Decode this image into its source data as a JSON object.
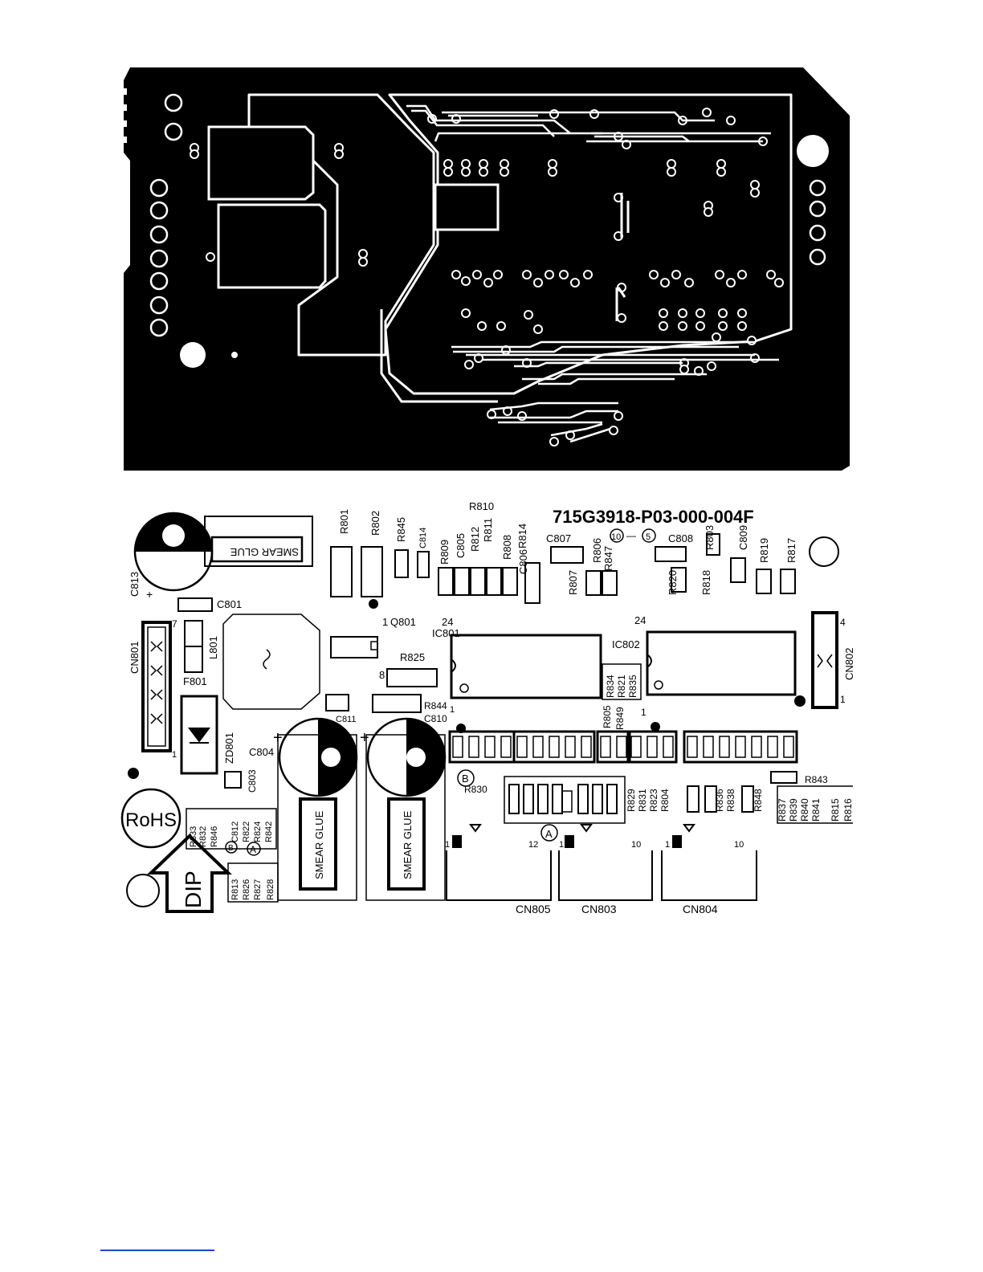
{
  "board": {
    "part_number": "715G3918-P03-000-004F",
    "marks": {
      "rohs": "RoHS",
      "dip": "DIP",
      "smear_glue": "SMEAR GLUE",
      "plus": "+"
    },
    "callouts": {
      "a": "A",
      "b": "B",
      "ten": "10",
      "five": "5",
      "dash": "—"
    },
    "pin_numbers": {
      "one": "1",
      "four": "4",
      "seven": "7",
      "eight": "8",
      "ten": "10",
      "twelve": "12",
      "twentyfour": "24"
    }
  },
  "components": {
    "resistors_top": [
      "R801",
      "R802",
      "R845",
      "R809",
      "R812",
      "R811",
      "R810",
      "R808",
      "R814",
      "R806",
      "R847",
      "R807",
      "R803",
      "R820",
      "R818",
      "R819",
      "R817"
    ],
    "capacitors_top": [
      "C814",
      "C805",
      "C806",
      "C807",
      "C808",
      "C809",
      "C813",
      "C801"
    ],
    "ics": [
      "IC801",
      "IC802"
    ],
    "q": "Q801",
    "r825": "R825",
    "r844": "R844",
    "c810": "C810",
    "c811": "C811",
    "c804": "C804",
    "c803": "C803",
    "zd801": "ZD801",
    "l801": "L801",
    "f801": "F801",
    "ic_side": [
      "R834",
      "R821",
      "R835",
      "R805",
      "R849"
    ],
    "mid_row": [
      "R830",
      "R829",
      "R831",
      "R823",
      "R804",
      "R836",
      "R838",
      "R848",
      "R843"
    ],
    "right_block": [
      "R837",
      "R839",
      "R840",
      "R841",
      "R815",
      "R816"
    ],
    "left_block": [
      "R833",
      "R832",
      "R846",
      "C812",
      "R822",
      "R824",
      "R842"
    ],
    "bottom_left_block": [
      "R813",
      "R826",
      "R827",
      "R828"
    ],
    "connectors": [
      "CN801",
      "CN802",
      "CN803",
      "CN804",
      "CN805"
    ]
  },
  "colors": {
    "copper": "#000000",
    "trace": "#ffffff",
    "silk": "#000000",
    "footer_link": "#1a47c9"
  }
}
